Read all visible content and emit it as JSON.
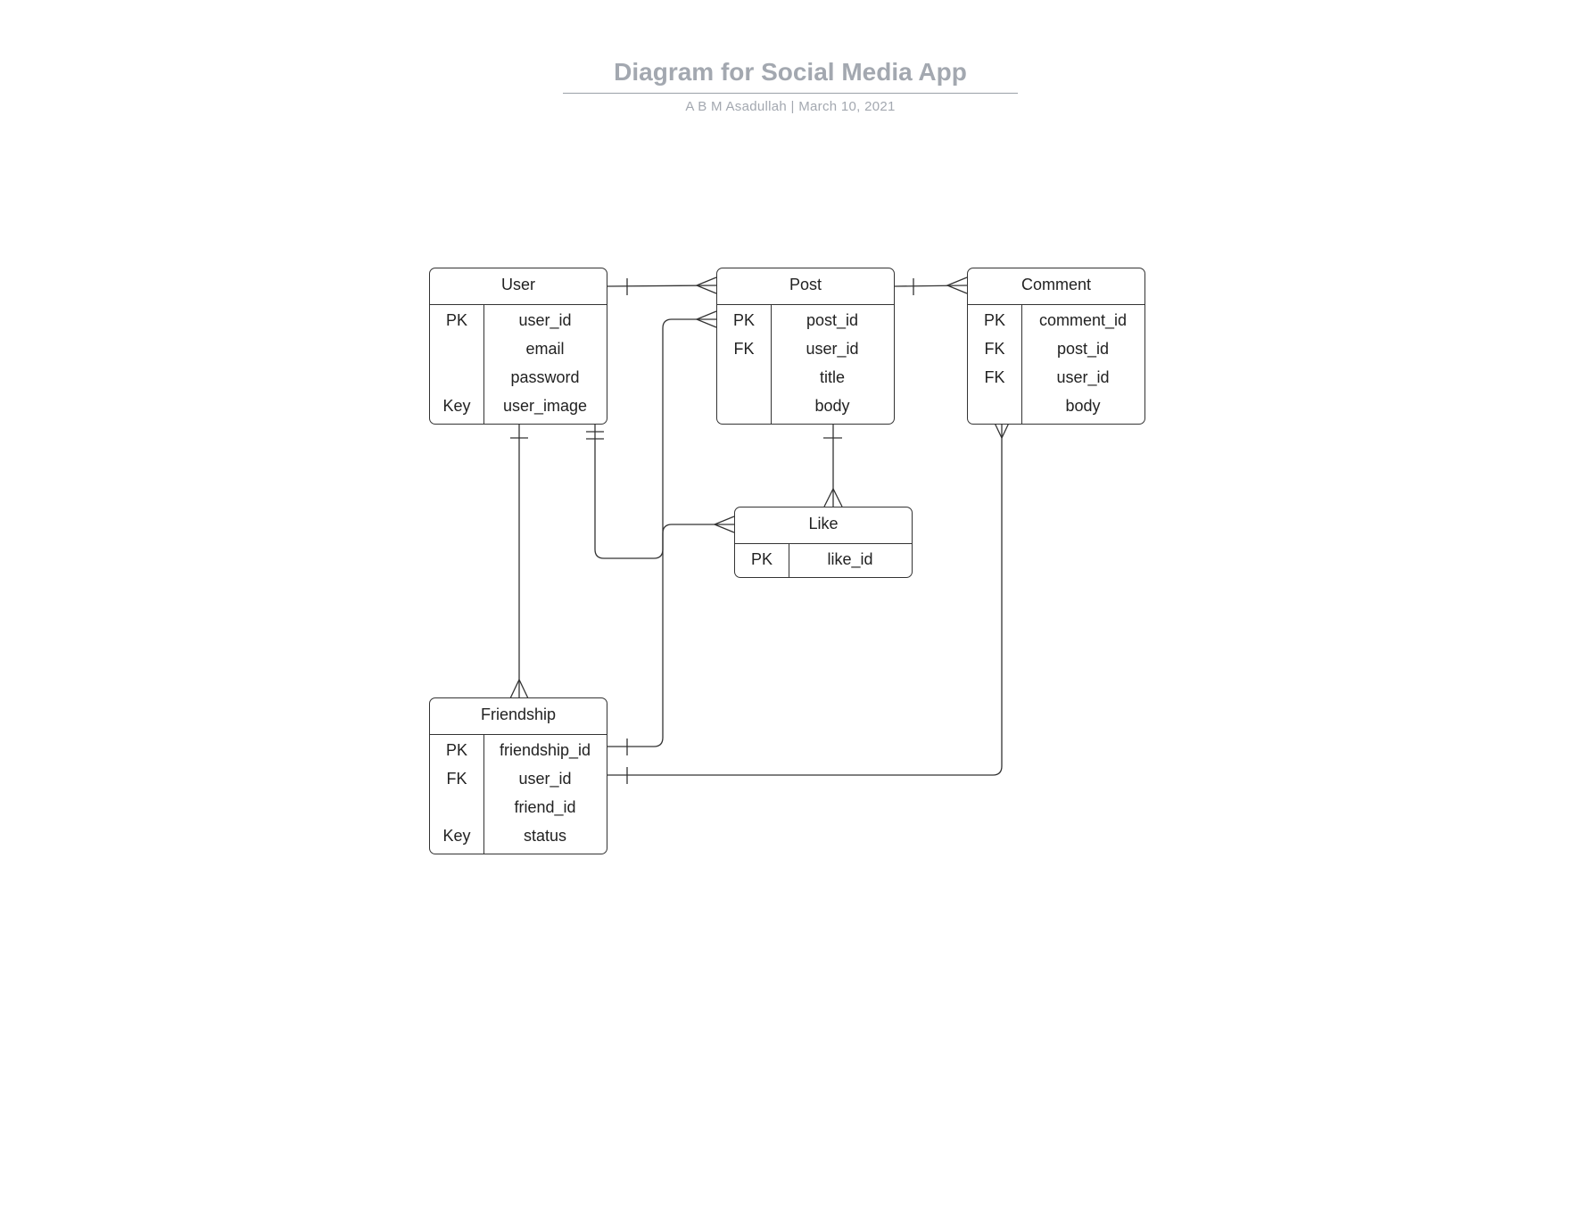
{
  "header": {
    "title": "Diagram for Social Media App",
    "subtitle": "A B M Asadullah  |  March 10, 2021"
  },
  "entities": {
    "user": {
      "name": "User",
      "rows": [
        {
          "key": "PK",
          "attr": "user_id"
        },
        {
          "key": "",
          "attr": "email"
        },
        {
          "key": "",
          "attr": "password"
        },
        {
          "key": "Key",
          "attr": "user_image"
        }
      ]
    },
    "post": {
      "name": "Post",
      "rows": [
        {
          "key": "PK",
          "attr": "post_id"
        },
        {
          "key": "FK",
          "attr": "user_id"
        },
        {
          "key": "",
          "attr": "title"
        },
        {
          "key": "",
          "attr": "body"
        }
      ]
    },
    "comment": {
      "name": "Comment",
      "rows": [
        {
          "key": "PK",
          "attr": "comment_id"
        },
        {
          "key": "FK",
          "attr": "post_id"
        },
        {
          "key": "FK",
          "attr": "user_id"
        },
        {
          "key": "",
          "attr": "body"
        }
      ]
    },
    "like": {
      "name": "Like",
      "rows": [
        {
          "key": "PK",
          "attr": "like_id"
        }
      ]
    },
    "friendship": {
      "name": "Friendship",
      "rows": [
        {
          "key": "PK",
          "attr": "friendship_id"
        },
        {
          "key": "FK",
          "attr": "user_id"
        },
        {
          "key": "",
          "attr": "friend_id"
        },
        {
          "key": "Key",
          "attr": "status"
        }
      ]
    }
  }
}
